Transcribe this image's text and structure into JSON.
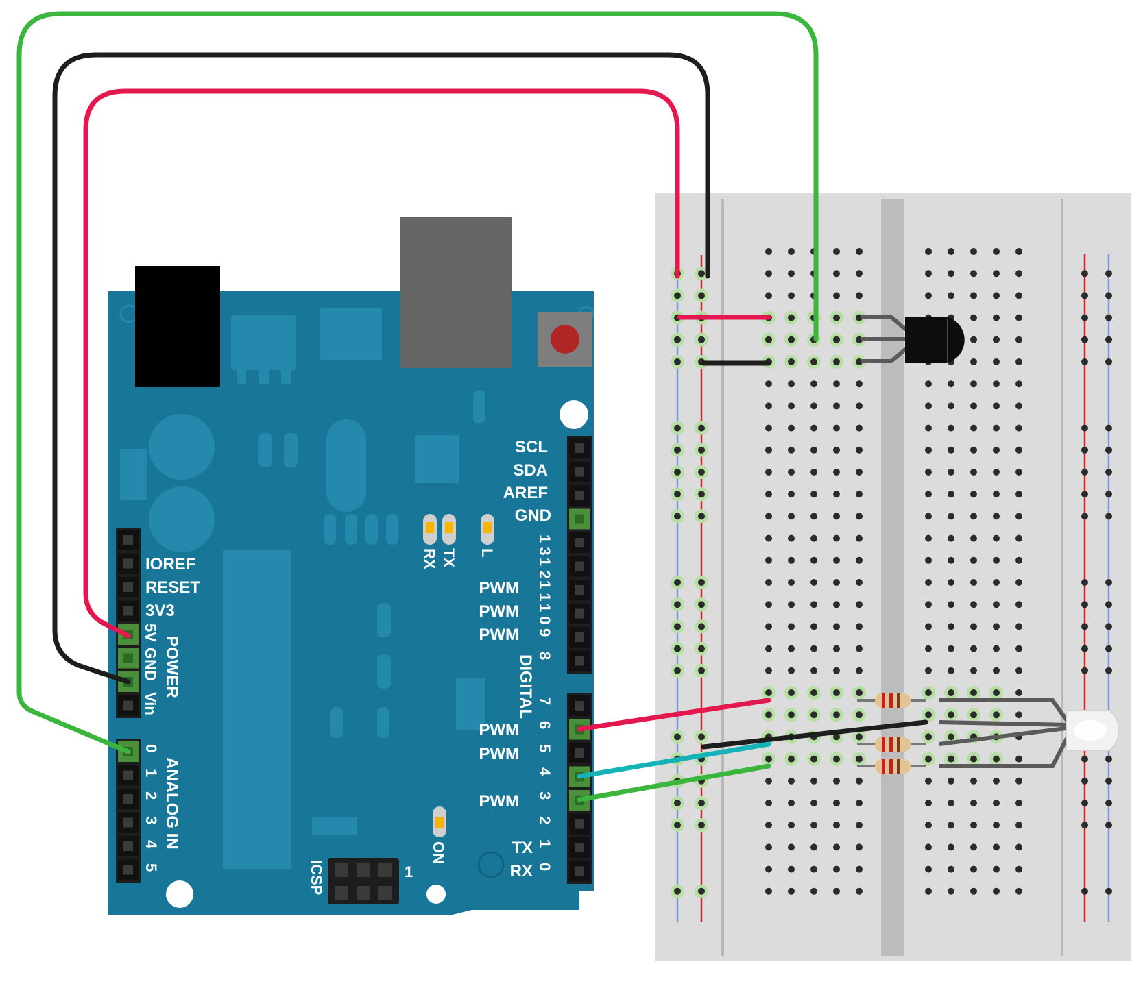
{
  "colors": {
    "board": "#187799",
    "board_dark": "#12627f",
    "board_light": "#2589ad",
    "breadboard": "#dcdcdc",
    "wire_red": "#e4174f",
    "wire_black": "#1d1d1d",
    "wire_green": "#3bb53b",
    "wire_cyan": "#15b3b8",
    "header_green": "#4a8f3a",
    "rail_red": "#e02020",
    "rail_blue": "#7a9ad0"
  },
  "labels": {
    "ioref": "IOREF",
    "reset": "RESET",
    "v3v3": "3V3",
    "v5": "5V",
    "gnd_power": "GND",
    "vin": "Vin",
    "power": "POWER",
    "analog_in": "ANALOG IN",
    "a0": "0",
    "a1": "1",
    "a2": "2",
    "a3": "3",
    "a4": "4",
    "a5": "5",
    "scl": "SCL",
    "sda": "SDA",
    "aref": "AREF",
    "gnd_digital": "GND",
    "d13": "1 3",
    "d12": "1 2",
    "d11": "1 1",
    "d10": "1 0",
    "d9": "9",
    "d8": "8",
    "d7": "7",
    "d6": "6",
    "d5": "5",
    "d4": "4",
    "d3": "3",
    "d2": "2",
    "d1": "1",
    "d0": "0",
    "pwm": "PWM",
    "digital": "DIGITAL",
    "tx": "TX",
    "rx": "RX",
    "tx_led": "TX",
    "rx_led": "RX",
    "l_led": "L",
    "on_led": "ON",
    "icsp": "ICSP",
    "icsp_pin1": "1"
  }
}
